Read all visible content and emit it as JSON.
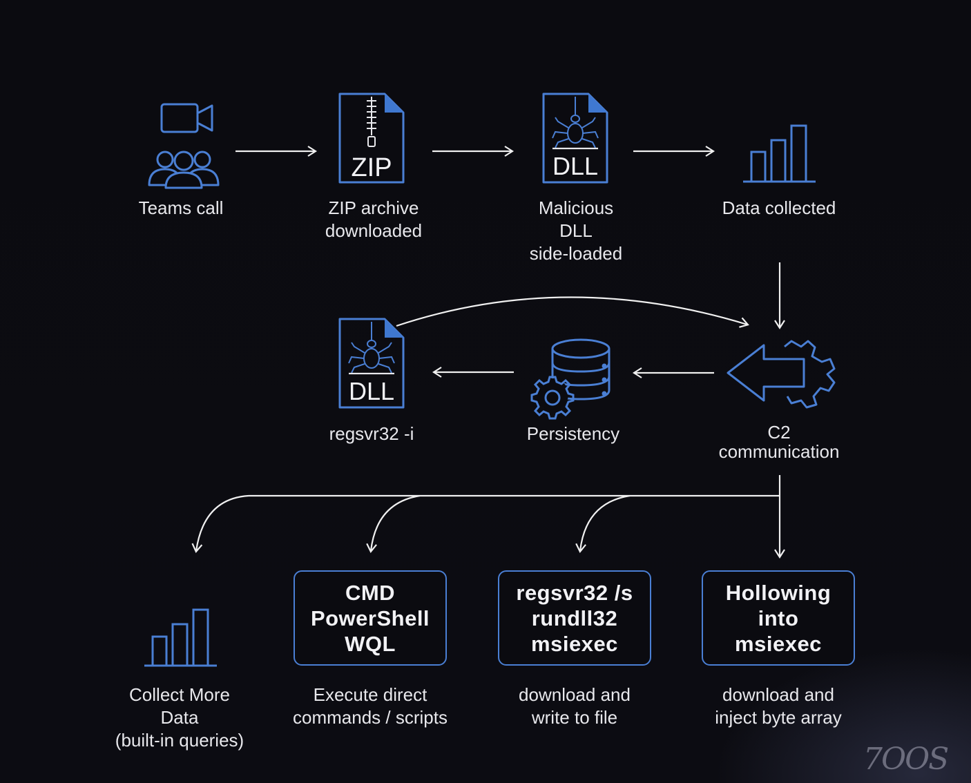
{
  "nodes": {
    "teams": "Teams call",
    "zip": "ZIP archive\ndownloaded",
    "dll": "Malicious\nDLL\nside-loaded",
    "data": "Data collected",
    "c2": "C2\ncommunication",
    "persistency": "Persistency",
    "regsvr": "regsvr32 -i"
  },
  "icon_text": {
    "zip": "ZIP",
    "dll": "DLL"
  },
  "boxes": {
    "cmd": "CMD\nPowerShell\nWQL",
    "regsvr": "regsvr32 /s\nrundll32\nmsiexec",
    "hollowing": "Hollowing\ninto\nmsiexec"
  },
  "captions": {
    "collect": "Collect More\nData\n(built-in queries)",
    "cmd": "Execute direct\ncommands / scripts",
    "regsvr": "download and\nwrite to file",
    "hollowing": "download and\ninject byte array"
  },
  "watermark": "7OOS",
  "colors": {
    "background": "#0a0a0f",
    "accent": "#4a7fd4",
    "accent_fill": "#3f78d0",
    "text": "#e8e8ec",
    "arrow": "#f0f0f0"
  }
}
